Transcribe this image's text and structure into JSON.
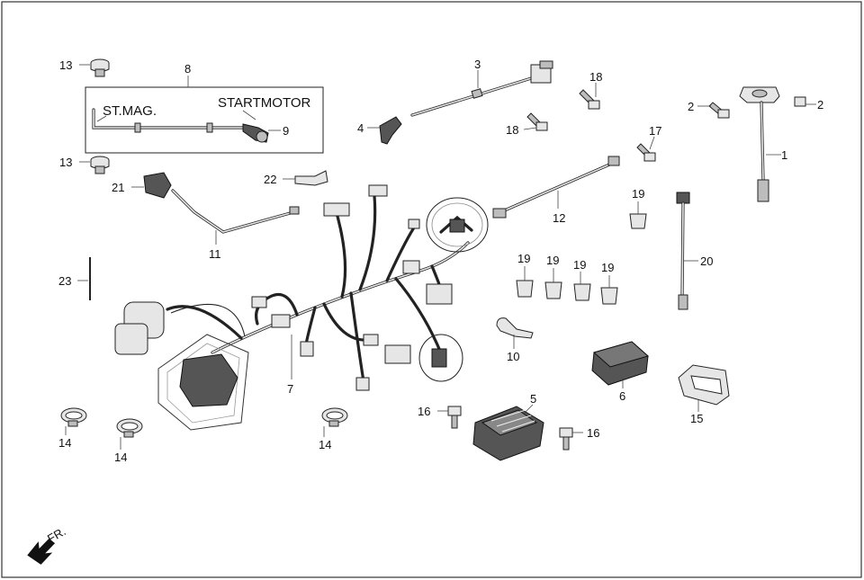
{
  "callouts": {
    "c1": "1",
    "c2a": "2",
    "c2b": "2",
    "c3": "3",
    "c4": "4",
    "c5": "5",
    "c6": "6",
    "c7": "7",
    "c8": "8",
    "c9": "9",
    "c10": "10",
    "c11": "11",
    "c12": "12",
    "c13a": "13",
    "c13b": "13",
    "c14a": "14",
    "c14b": "14",
    "c14c": "14",
    "c15": "15",
    "c16a": "16",
    "c16b": "16",
    "c17": "17",
    "c18a": "18",
    "c18b": "18",
    "c19a": "19",
    "c19b": "19",
    "c19c": "19",
    "c19d": "19",
    "c19e": "19",
    "c20": "20",
    "c21": "21",
    "c22": "22",
    "c23": "23"
  },
  "subassembly": {
    "start_motor_label": "STARTMOTOR",
    "st_mag_label": "ST.MAG."
  },
  "orientation": {
    "front_label": "FR."
  }
}
